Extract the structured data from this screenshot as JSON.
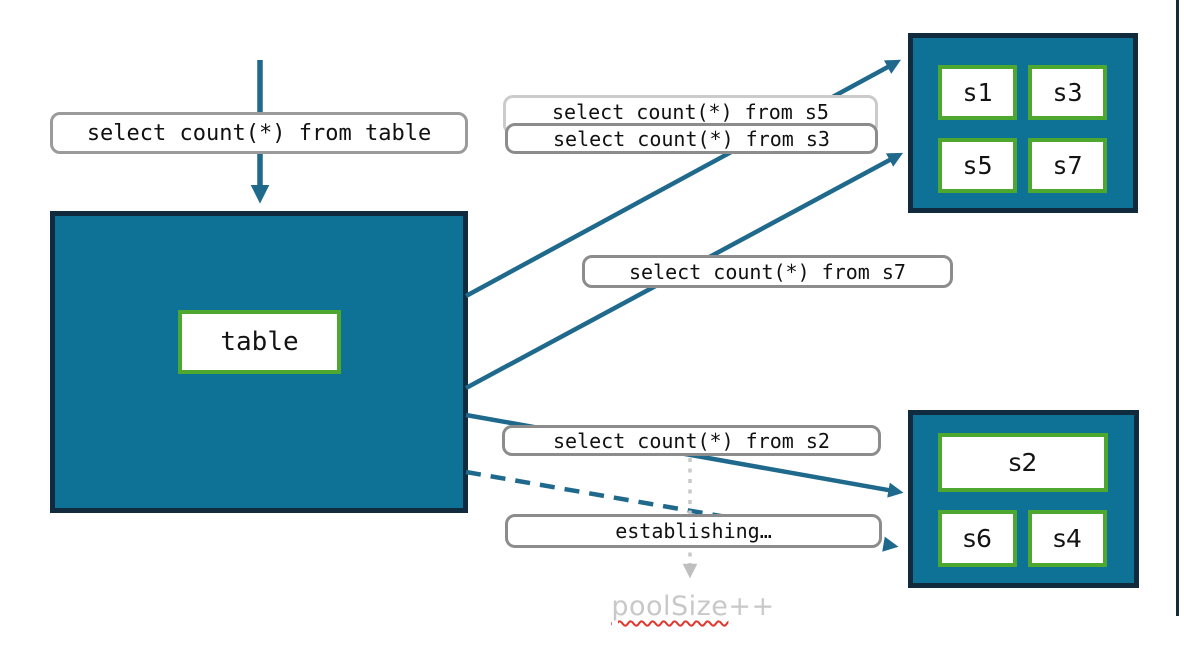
{
  "diagram": {
    "table_label": "table",
    "queries": {
      "table": "select count(*) from table",
      "s5": "select count(*) from s5",
      "s3": "select count(*) from s3",
      "s7": "select count(*) from s7",
      "s2": "select count(*) from s2"
    },
    "status": {
      "establishing": "establishing…",
      "pool_size_word": "poolSize",
      "pool_size_op": "++"
    },
    "shards_top": [
      "s1",
      "s3",
      "s5",
      "s7"
    ],
    "shards_bottom": {
      "wide": "s2",
      "row": [
        "s6",
        "s4"
      ]
    },
    "colors": {
      "teal_fill": "#0e7296",
      "dark_border": "#0f2b3d",
      "green_border": "#4ea72e",
      "arrow_teal": "#1f698d",
      "label_border_gray": "#8c8c8c",
      "label_border_light": "#cbcbcb",
      "dotted_arrow_gray": "#c9c9c9",
      "muted_text": "#c8c8c8",
      "spellcheck_red": "#e0382e"
    }
  }
}
